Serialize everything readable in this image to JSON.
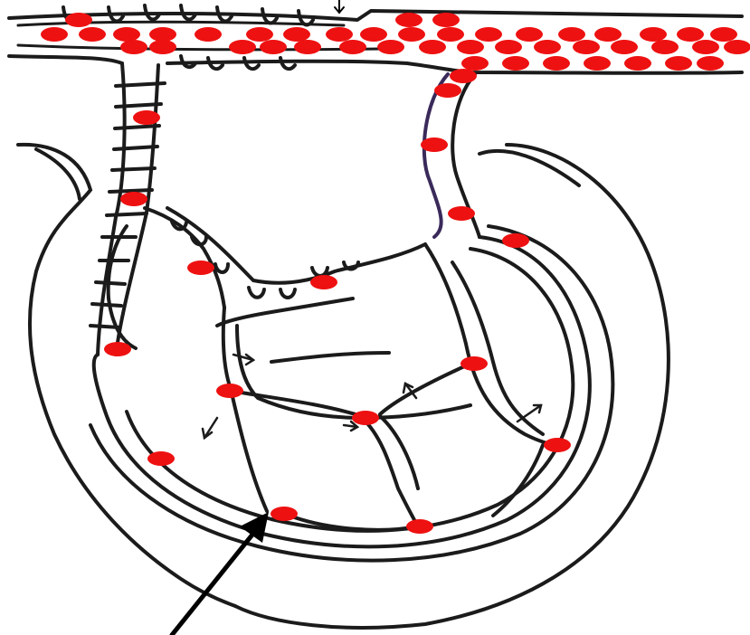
{
  "diagram": {
    "kind": "microcirculation-sketch",
    "colors": {
      "ink": "#1b1b1b",
      "red_blood_cell": "#ee1111",
      "background": "#ffffff",
      "vessel_accent": "#3a2a5a"
    },
    "annotations": [
      {
        "id": "top-arrow",
        "icon": "arrow-down-icon"
      },
      {
        "id": "bottom-arrow",
        "icon": "arrow-up-right-icon"
      }
    ],
    "flow_arrow_count": 5
  }
}
